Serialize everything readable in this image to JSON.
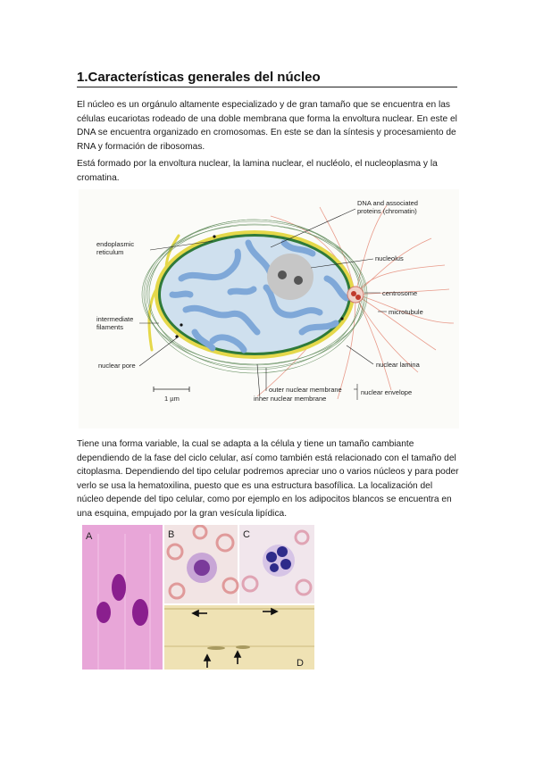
{
  "heading": "1.Características generales del núcleo",
  "paragraphs": [
    "El núcleo es un orgánulo altamente especializado y de gran tamaño que se encuentra en las células eucariotas rodeado de una doble membrana que forma la envoltura nuclear. En este el DNA se encuentra organizado en cromosomas. En este se dan la síntesis y procesamiento de RNA y formación de ribosomas.",
    "Está formado por la envoltura nuclear, la lamina nuclear, el nucléolo, el nucleoplasma y la cromatina.",
    "Tiene una forma variable, la cual se adapta a la célula y tiene un tamaño cambiante dependiendo de la fase del ciclo celular, así como también está relacionado con el tamaño del citoplasma. Dependiendo del tipo celular podremos apreciar uno o varios núcleos y para poder verlo se usa la hematoxilina, puesto que es una estructura basofílica. La localización del núcleo depende del tipo celular, como por ejemplo en los adipocitos blancos se encuentra en una esquina, empujado por la gran vesícula lipídica."
  ],
  "diagram": {
    "labels": {
      "dna_line1": "DNA and associated",
      "dna_line2": "proteins (chromatin)",
      "er_line1": "endoplasmic",
      "er_line2": "reticulum",
      "nucleolus": "nucleolus",
      "centrosome": "centrosome",
      "if_line1": "intermediate",
      "if_line2": "filaments",
      "microtubule": "microtubule",
      "nuclear_pore": "nuclear pore",
      "nuclear_lamina": "nuclear lamina",
      "outer_membrane": "outer nuclear membrane",
      "inner_membrane": "inner nuclear membrane",
      "nuclear_envelope": "nuclear envelope",
      "scale": "1 µm"
    },
    "colors": {
      "nucleoplasm": "#cfe0ee",
      "chromatin": "#7fa8d8",
      "envelope": "#e5d84a",
      "lamina": "#2f7a3a",
      "nucleolus": "#c6c6c6",
      "microtubule": "#e89a8a",
      "filaments": "#5f8a5a",
      "background": "#fbfbf8"
    }
  },
  "micrographs": {
    "panels": [
      "A",
      "B",
      "C",
      "D"
    ]
  }
}
